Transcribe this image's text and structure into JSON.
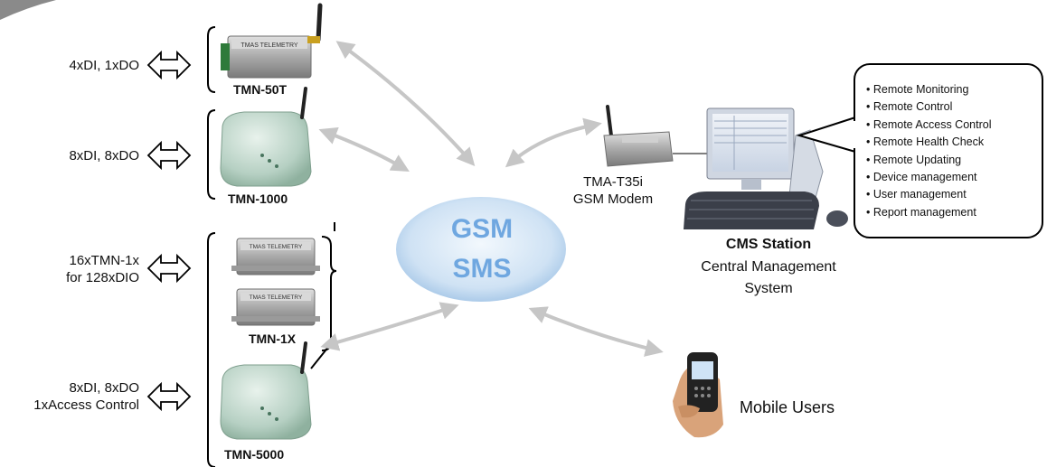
{
  "io_labels": {
    "tmn50t": "4xDI, 1xDO",
    "tmn1000": "8xDI, 8xDO",
    "tmn1x_line1": "16xTMN-1x",
    "tmn1x_line2": "for 128xDIO",
    "tmn5000_line1": "8xDI, 8xDO",
    "tmn5000_line2": "1xAccess Control"
  },
  "devices": {
    "tmn50t": "TMN-50T",
    "tmn1000": "TMN-1000",
    "tmn1x": "TMN-1X",
    "tmn5000": "TMN-5000"
  },
  "device_brand": "TMAS TELEMETRY",
  "center": {
    "line1": "GSM",
    "line2": "SMS"
  },
  "modem": {
    "line1": "TMA-T35i",
    "line2": "GSM Modem"
  },
  "cms": {
    "title": "CMS Station",
    "subtitle_line1": "Central Management",
    "subtitle_line2": "System"
  },
  "features": [
    "Remote Monitoring",
    "Remote Control",
    "Remote Access Control",
    "Remote Health Check",
    "Remote Updating",
    "Device management",
    "User management",
    "Report management"
  ],
  "mobile": {
    "label": "Mobile Users"
  },
  "colors": {
    "arrow": "#c6c6c6",
    "gsm_text": "#6fa7e0",
    "device_green": "#bfd6cc"
  }
}
